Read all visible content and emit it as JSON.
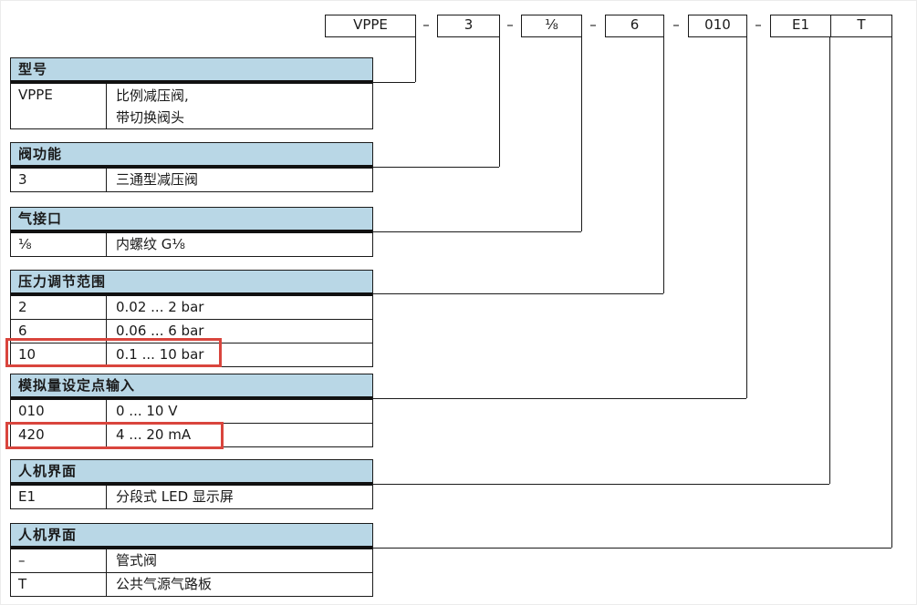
{
  "code_bar": {
    "separator": "–",
    "segments": [
      "VPPE",
      "3",
      "⅛",
      "6",
      "010",
      "E1",
      "T"
    ]
  },
  "tables": [
    {
      "header": "型号",
      "rows": [
        {
          "code": "VPPE",
          "desc1": "比例减压阀,",
          "desc2": "带切换阀头"
        }
      ]
    },
    {
      "header": "阀功能",
      "rows": [
        {
          "code": "3",
          "desc": "三通型减压阀"
        }
      ]
    },
    {
      "header": "气接口",
      "rows": [
        {
          "code": "⅛",
          "desc": "内螺纹 G⅛"
        }
      ]
    },
    {
      "header": "压力调节范围",
      "rows": [
        {
          "code": "2",
          "desc": "0.02 ... 2 bar"
        },
        {
          "code": "6",
          "desc": "0.06 ... 6 bar"
        },
        {
          "code": "10",
          "desc": "0.1 ... 10 bar",
          "highlighted": true
        }
      ]
    },
    {
      "header": "模拟量设定点输入",
      "rows": [
        {
          "code": "010",
          "desc": "0 ... 10 V"
        },
        {
          "code": "420",
          "desc": "4 ... 20 mA",
          "highlighted": true
        }
      ]
    },
    {
      "header": "人机界面",
      "rows": [
        {
          "code": "E1",
          "desc": "分段式 LED 显示屏"
        }
      ]
    },
    {
      "header": "人机界面",
      "rows": [
        {
          "code": "–",
          "desc": "管式阀"
        },
        {
          "code": "T",
          "desc": "公共气源气路板"
        }
      ]
    }
  ],
  "colors": {
    "header_bg": "#b9d7e6",
    "line": "#1a1a1a",
    "highlight_red": "#d9453d"
  }
}
